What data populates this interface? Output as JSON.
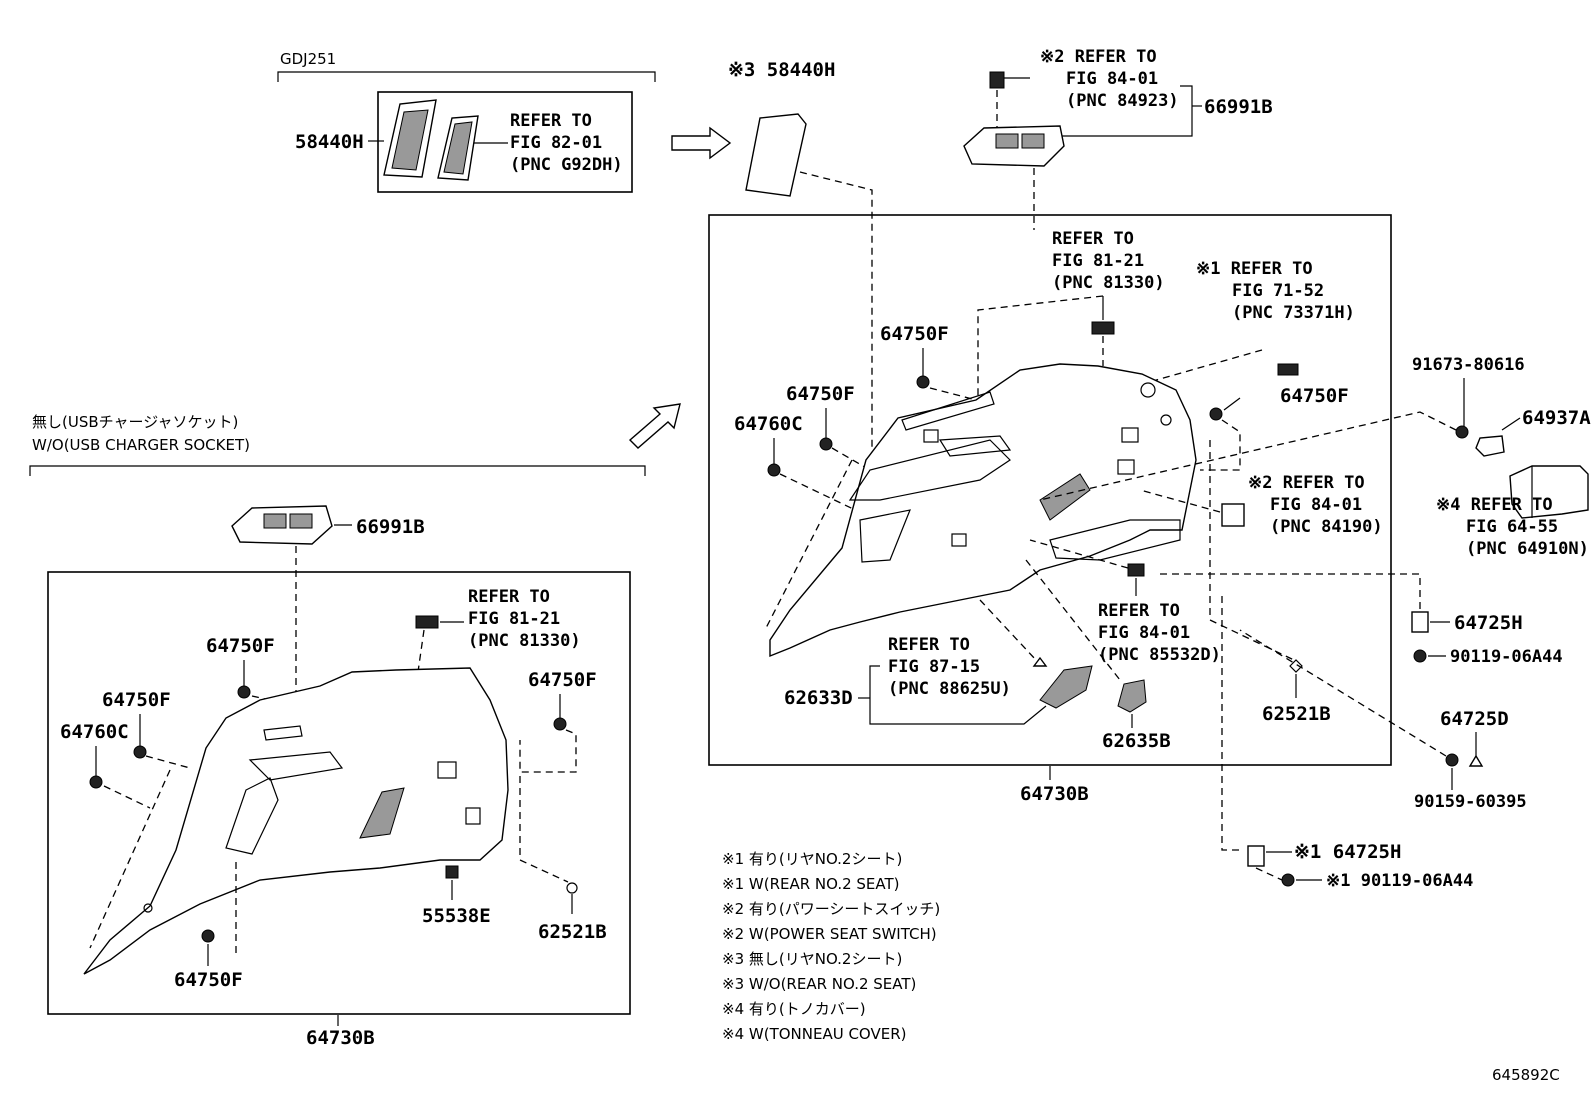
{
  "headers": {
    "gdj": "GDJ251",
    "wo_usb_jp": "無し(USBチャージャソケット)",
    "wo_usb_en": "W/O(USB CHARGER SOCKET)"
  },
  "labels": {
    "l_58440h_a": "58440H",
    "l_58440h_b": "※3 58440H",
    "l_66991b_a": "66991B",
    "l_66991b_b": "66991B",
    "l_64750f_1": "64750F",
    "l_64750f_2": "64750F",
    "l_64750f_3": "64750F",
    "l_64750f_4": "64750F",
    "l_64750f_5": "64750F",
    "l_64750f_6": "64750F",
    "l_64750f_7": "64750F",
    "l_64760c_a": "64760C",
    "l_64760c_b": "64760C",
    "l_55538e": "55538E",
    "l_62521b_a": "62521B",
    "l_62521b_b": "62521B",
    "l_64730b_a": "64730B",
    "l_64730b_b": "64730B",
    "l_62633d": "62633D",
    "l_62635b": "62635B",
    "l_91673": "91673-80616",
    "l_64937a": "64937A",
    "l_64725h_a": "64725H",
    "l_64725h_b": "※1 64725H",
    "l_90119_a": "90119-06A44",
    "l_90119_b": "※1 90119-06A44",
    "l_64725d": "64725D",
    "l_90159": "90159-60395",
    "l_code": "645892C"
  },
  "refs": {
    "r1": [
      "REFER TO",
      "FIG 82-01",
      "(PNC G92DH)"
    ],
    "r2": [
      "※2 REFER TO",
      "FIG 84-01",
      "(PNC 84923)"
    ],
    "r3": [
      "REFER TO",
      "FIG 81-21",
      "(PNC 81330)"
    ],
    "r4": [
      "※1 REFER TO",
      "FIG 71-52",
      "(PNC 73371H)"
    ],
    "r5": [
      "※2 REFER TO",
      "FIG 84-01",
      "(PNC 84190)"
    ],
    "r6": [
      "※4 REFER TO",
      "FIG 64-55",
      "(PNC 64910N)"
    ],
    "r7": [
      "REFER TO",
      "FIG 84-01",
      "(PNC 85532D)"
    ],
    "r8": [
      "REFER TO",
      "FIG 87-15",
      "(PNC 88625U)"
    ],
    "r9": [
      "REFER TO",
      "FIG 81-21",
      "(PNC 81330)"
    ]
  },
  "notes": [
    "※1 有り(リヤNO.2シート)",
    "※1 W(REAR NO.2 SEAT)",
    "※2 有り(パワーシートスイッチ)",
    "※2 W(POWER SEAT SWITCH)",
    "※3 無し(リヤNO.2シート)",
    "※3 W/O(REAR NO.2 SEAT)",
    "※4 有り(トノカバー)",
    "※4 W(TONNEAU COVER)"
  ]
}
